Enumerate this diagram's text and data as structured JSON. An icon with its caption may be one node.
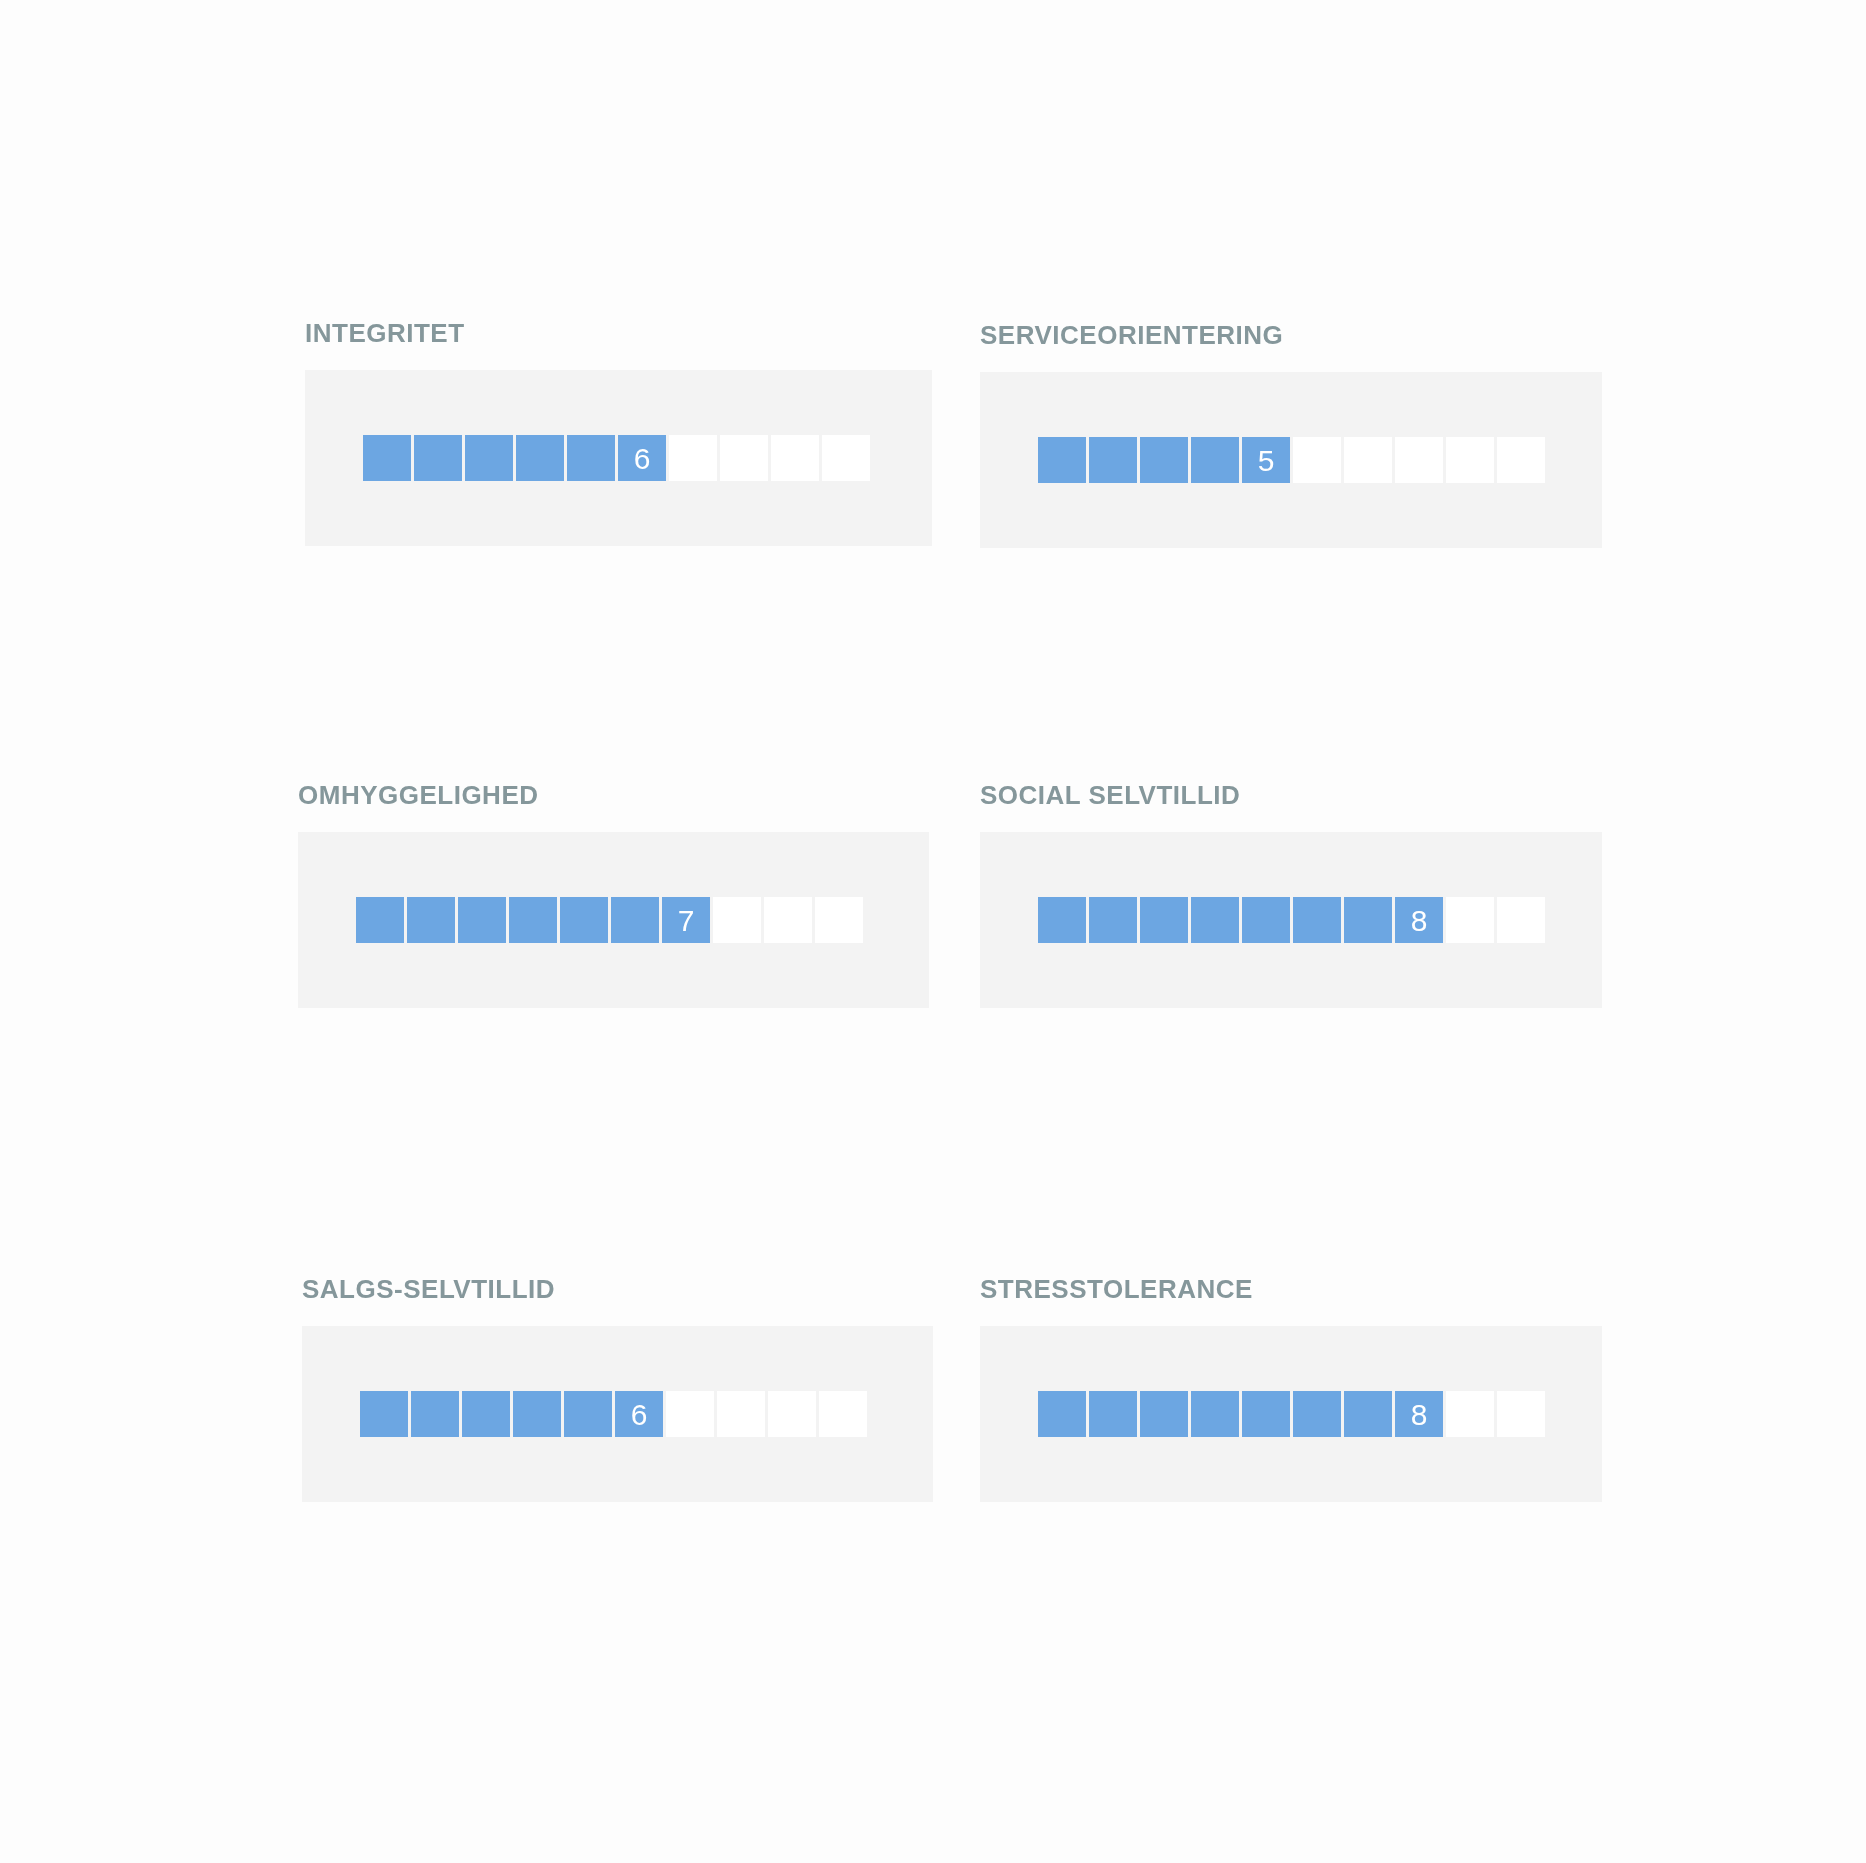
{
  "diagram": {
    "nodes": [
      {
        "text": [
          "INTEGRITET",
          "6"
        ]
      },
      {
        "text": [
          "SERVICEORIENTERING",
          "5"
        ]
      },
      {
        "text": [
          "OMHYGGELIGHED",
          "7"
        ]
      },
      {
        "text": [
          "SOCIAL SELVTILLID",
          "8"
        ]
      },
      {
        "text": [
          "SALGS-SELVTILLID",
          "6"
        ]
      },
      {
        "text": [
          "STRESSTOLERANCE",
          "8"
        ]
      }
    ]
  }
}
